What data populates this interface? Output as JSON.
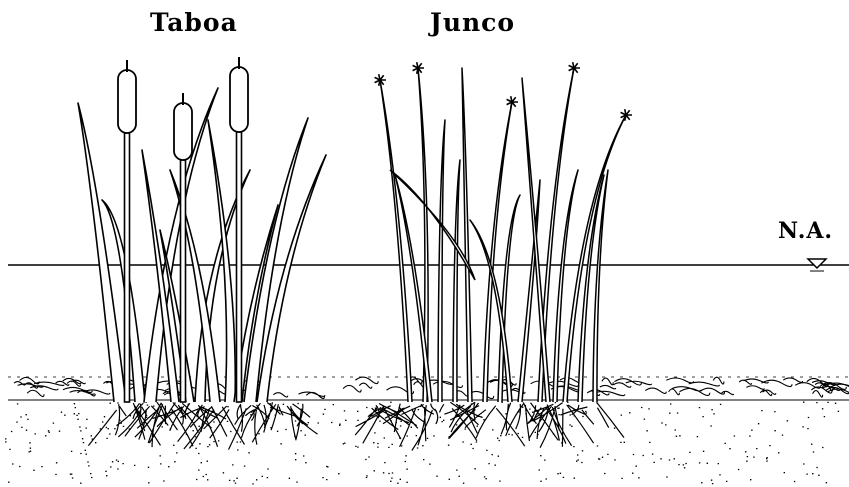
{
  "labels": {
    "taboa": "Taboa",
    "junco": "Junco",
    "water_level": "N.A."
  },
  "icons": {
    "water_level_marker": "inverted-triangle-icon"
  },
  "colors": {
    "ink": "#000000",
    "background": "#ffffff"
  }
}
